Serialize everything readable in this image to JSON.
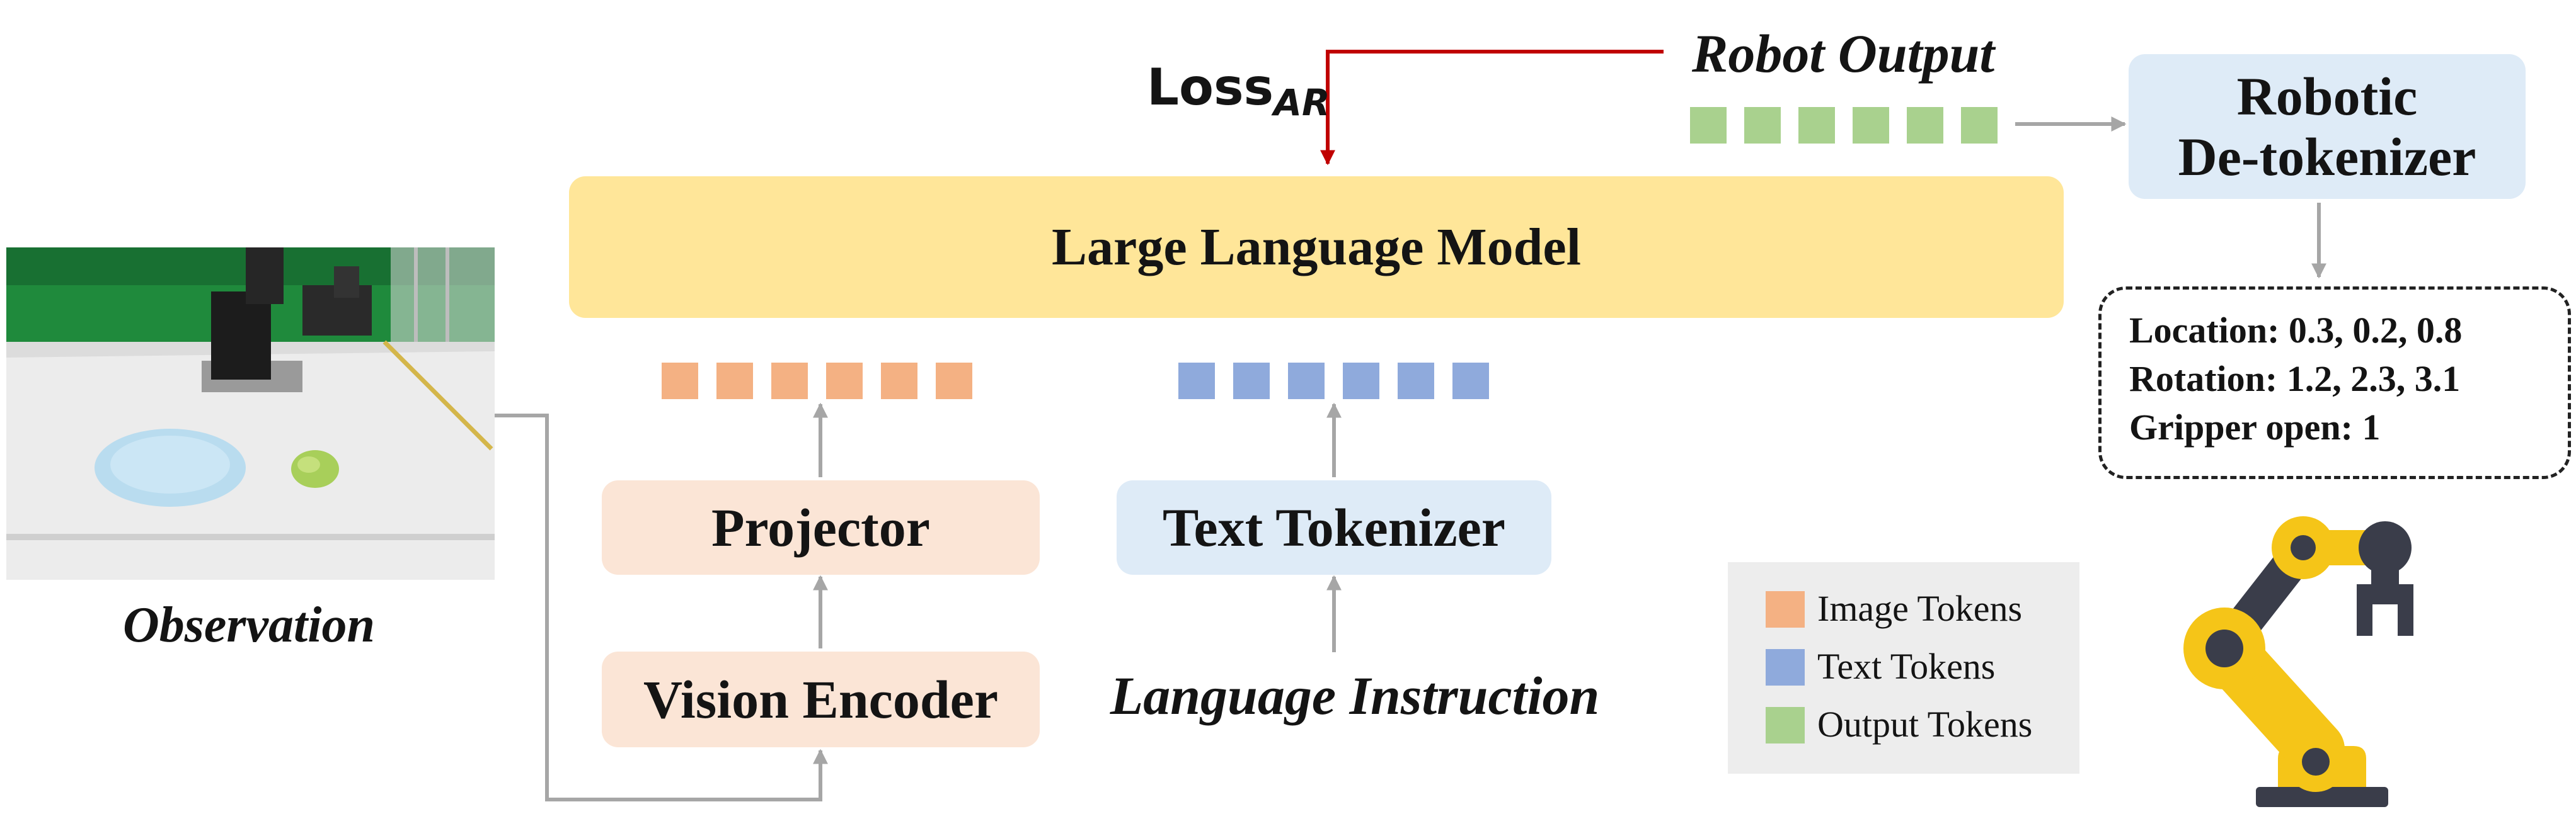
{
  "llm": {
    "label": "Large Language Model"
  },
  "projector": {
    "label": "Projector"
  },
  "vision_encoder": {
    "label": "Vision Encoder"
  },
  "text_tokenizer": {
    "label": "Text Tokenizer"
  },
  "language_instruction": {
    "label": "Language Instruction"
  },
  "observation": {
    "label": "Observation"
  },
  "robot_output": {
    "label": "Robot Output"
  },
  "loss": {
    "base": "Loss",
    "subscript": "AR"
  },
  "detokenizer": {
    "line1": "Robotic",
    "line2": "De-tokenizer"
  },
  "output_values": {
    "location": "Location: 0.3,  0.2,  0.8",
    "rotation": "Rotation: 1.2,  2.3,  3.1",
    "gripper": "Gripper open: 1"
  },
  "legend": {
    "image_tokens": "Image Tokens",
    "text_tokens": "Text Tokens",
    "output_tokens": "Output Tokens"
  },
  "colors": {
    "image_token": "#F4B183",
    "text_token": "#8FAADC",
    "output_token": "#A9D18E",
    "llm_fill": "#FFE699",
    "orange_box": "#FBE5D6",
    "blue_box": "#DEEBF7",
    "loss_arrow": "#C00000",
    "arrow_gray": "#A6A6A6"
  }
}
